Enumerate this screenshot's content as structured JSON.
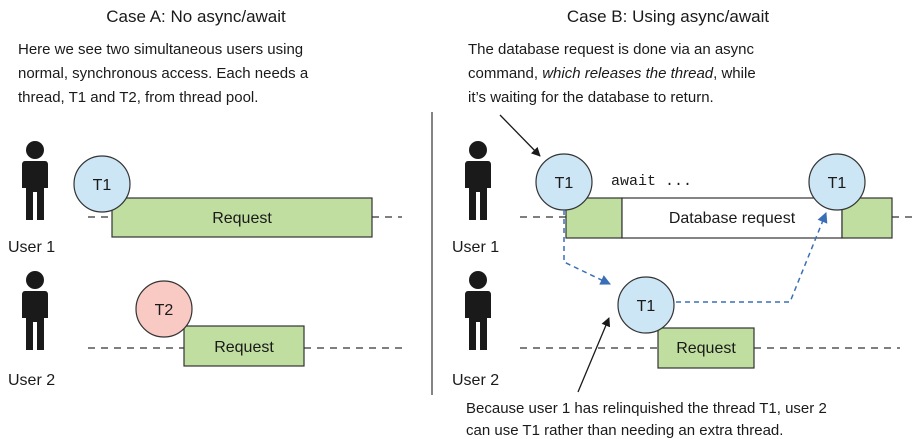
{
  "case_a": {
    "title": "Case A: No async/await",
    "description": [
      "Here we see two simultaneous users using",
      "normal, synchronous access. Each needs a",
      "thread, T1 and T2, from thread pool."
    ],
    "user1_label": "User 1",
    "user2_label": "User 2",
    "thread1": "T1",
    "thread2": "T2",
    "request1": "Request",
    "request2": "Request"
  },
  "case_b": {
    "title": "Case B: Using async/await",
    "description_line1": "The database request is done via an async",
    "description_line2_pre": "command, ",
    "description_line2_em": "which releases the thread",
    "description_line2_post": ", while",
    "description_line3": "it’s waiting for the database to return.",
    "user1_label": "User 1",
    "user2_label": "User 2",
    "thread_a": "T1",
    "thread_b": "T1",
    "thread_c": "T1",
    "await_text": "await ...",
    "db_request": "Database request",
    "request2": "Request",
    "bottom_note": [
      "Because user 1 has relinquished the thread T1, user 2",
      "can use T1 rather than needing an extra thread."
    ]
  },
  "colors": {
    "thread_blue": "#cce6f5",
    "thread_red": "#f9c9c4",
    "request_green": "#bfdea0",
    "arrow_blue": "#3a6fb7",
    "person": "#1a1a1a"
  }
}
